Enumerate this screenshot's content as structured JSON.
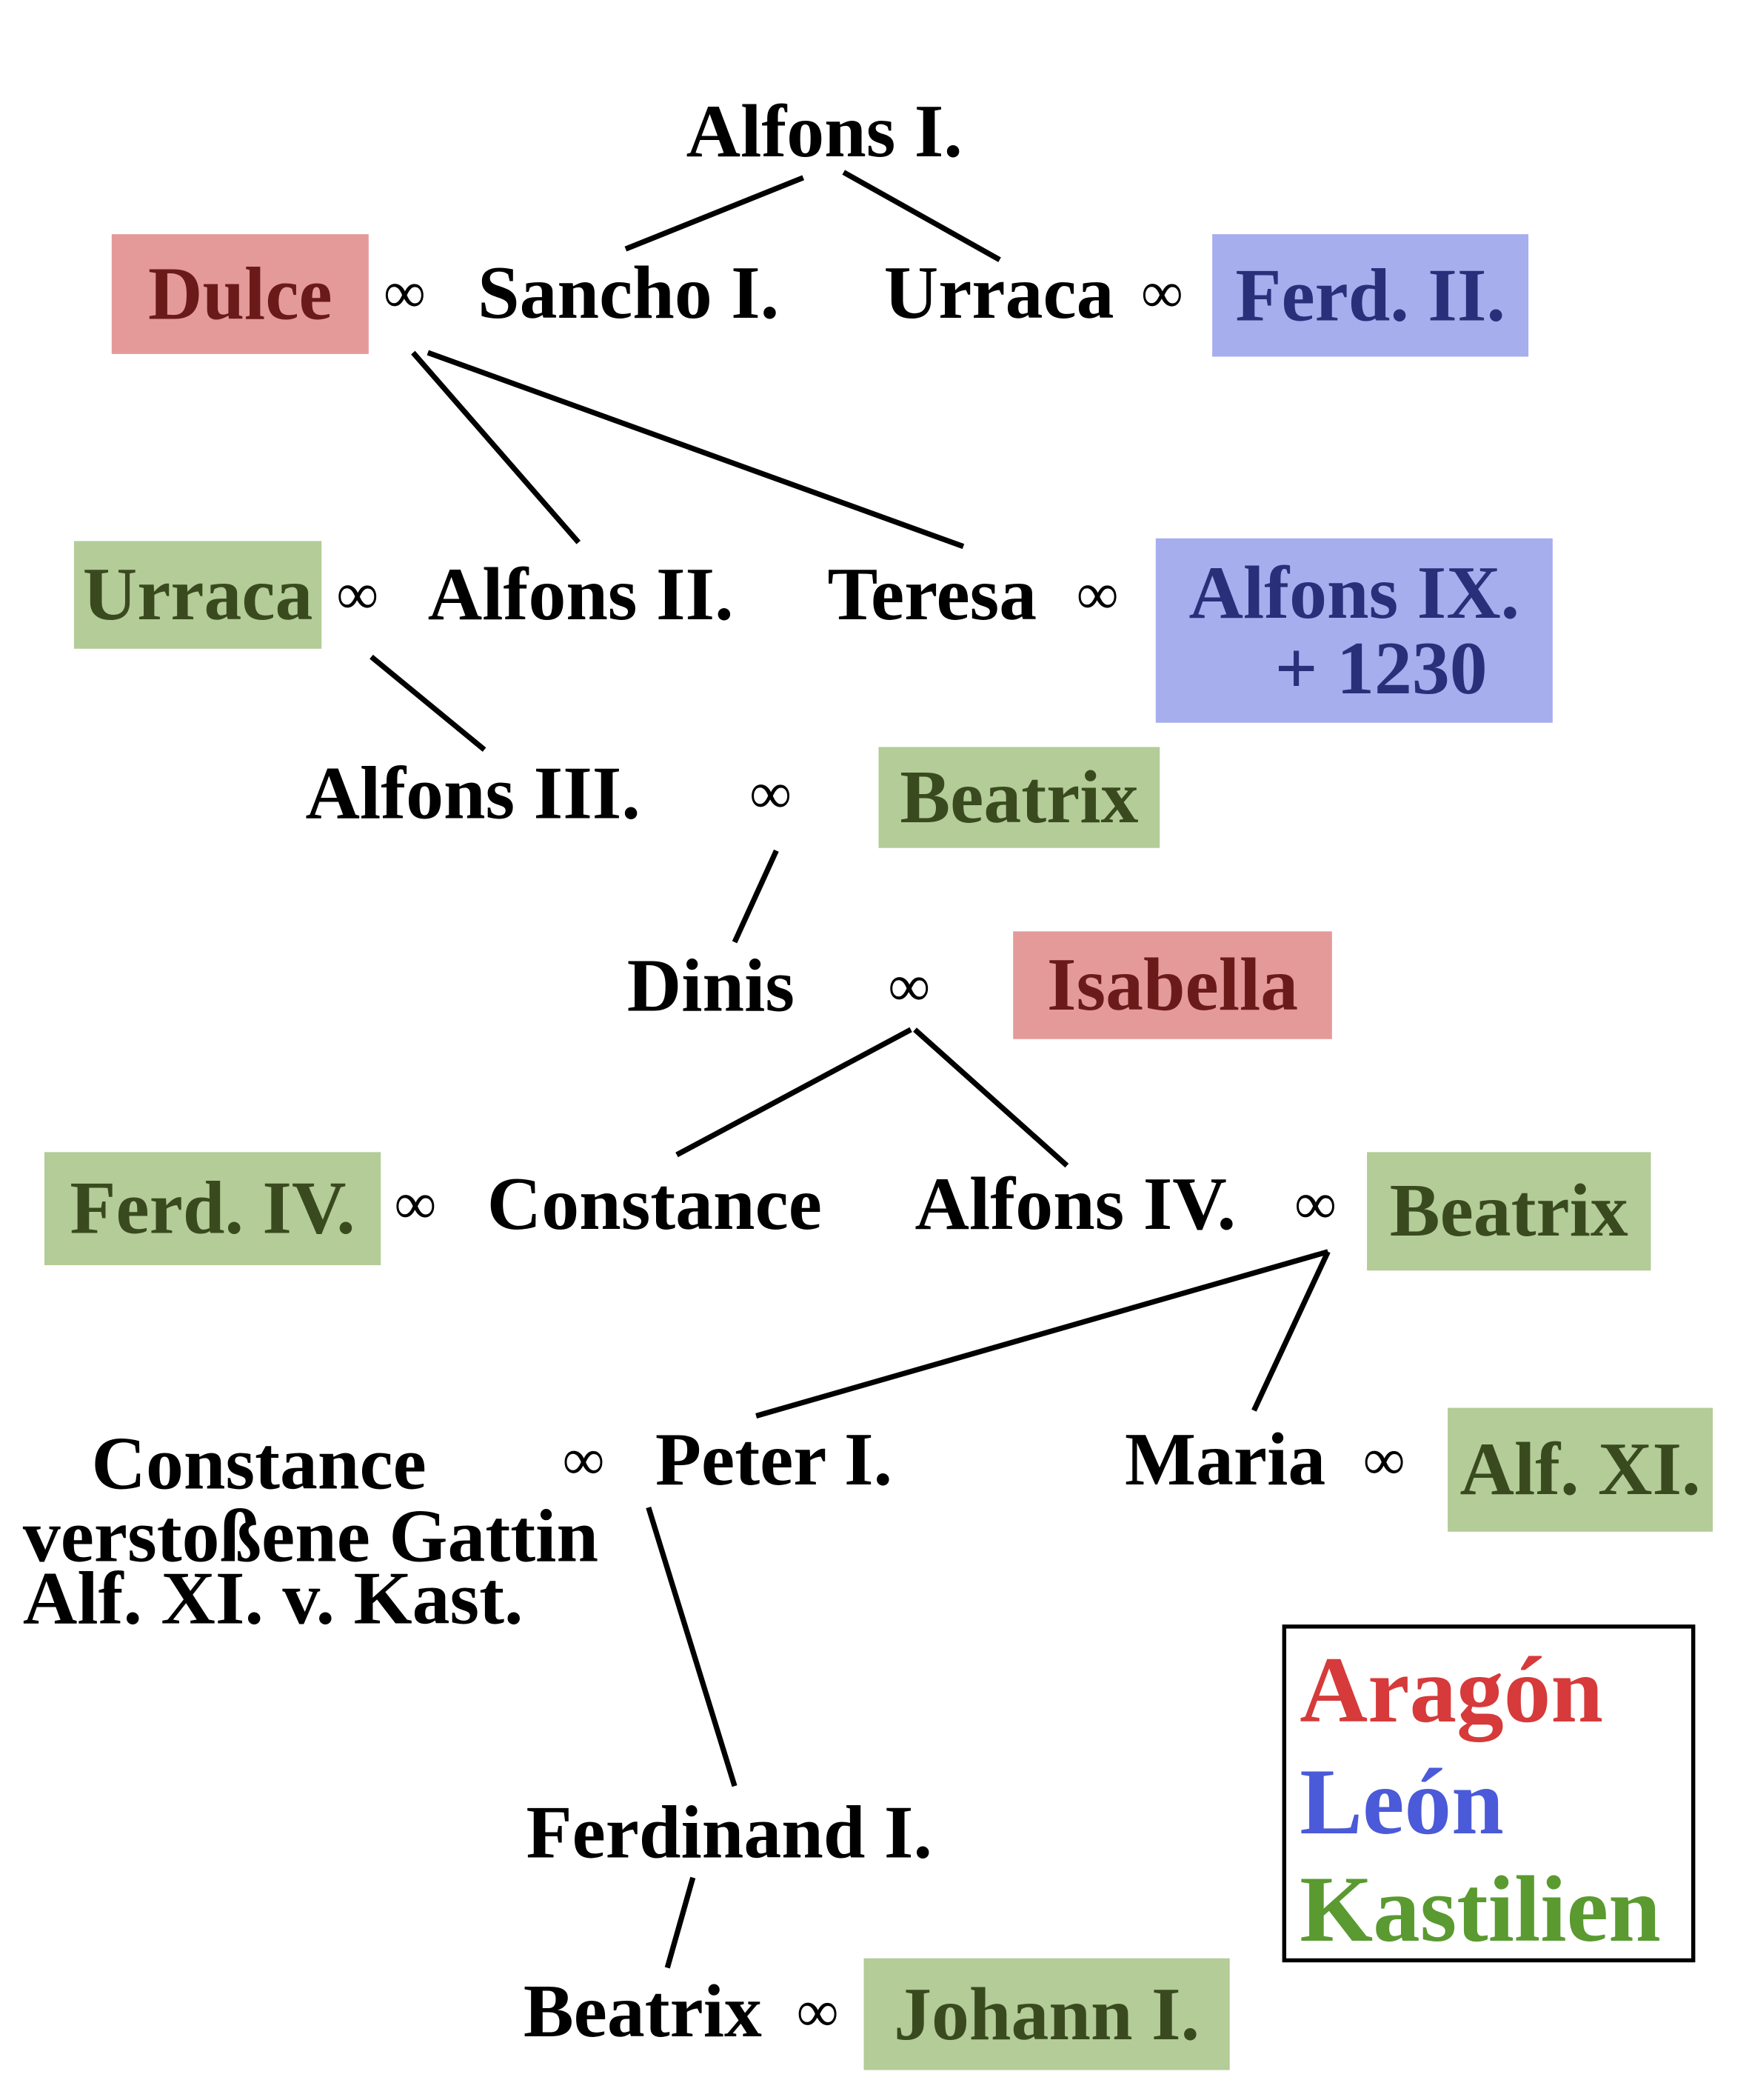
{
  "marriage_symbol": "∞",
  "people": {
    "alfons1": "Alfons I.",
    "dulce": "Dulce",
    "sancho1": "Sancho I.",
    "urraca_a": "Urraca",
    "ferd2": "Ferd. II.",
    "urraca_b": "Urraca",
    "alfons2": "Alfons II.",
    "teresa": "Teresa",
    "alfons9": "Alfons IX.",
    "alfons9_death": "+ 1230",
    "alfons3": "Alfons III.",
    "beatrix_a": "Beatrix",
    "dinis": "Dinis",
    "isabella": "Isabella",
    "ferd4": "Ferd. IV.",
    "constance_a": "Constance",
    "alfons4": "Alfons IV.",
    "beatrix_b": "Beatrix",
    "constance_b": "Constance",
    "constance_b_note1": "verstoßene Gattin",
    "constance_b_note2": "Alf. XI. v. Kast.",
    "peter1": "Peter I.",
    "maria": "Maria",
    "alf11": "Alf. XI.",
    "ferdinand1": "Ferdinand I.",
    "beatrix_c": "Beatrix",
    "johann1": "Johann I."
  },
  "legend": {
    "aragon": "Aragón",
    "leon": "León",
    "kastilien": "Kastilien"
  },
  "colors": {
    "aragon_bg": "#e59a9a",
    "leon_bg": "#a6aeee",
    "kastilien_bg": "#b3cc98",
    "aragon_legend": "#d63a3a",
    "leon_legend": "#4a5ad8",
    "kastilien_legend": "#5a9a30"
  }
}
